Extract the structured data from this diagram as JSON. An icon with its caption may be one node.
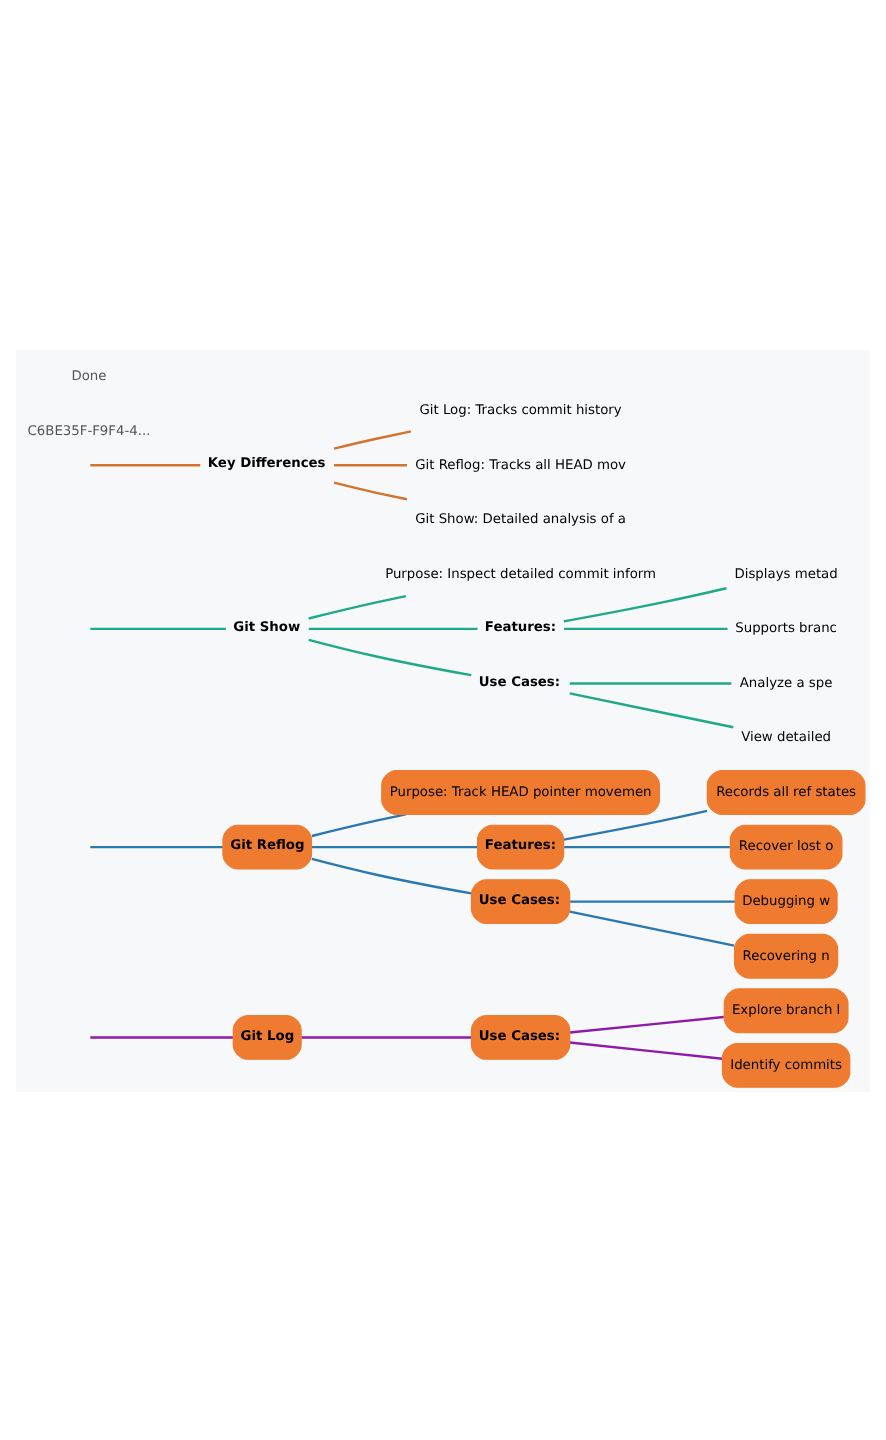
{
  "diagram": {
    "nodes": [
      {
        "text": [
          "Git Log"
        ]
      },
      {
        "text": [
          "Use Cases:"
        ]
      },
      {
        "text": [
          "Explore branch l"
        ]
      },
      {
        "text": [
          "Identify commits"
        ]
      },
      {
        "text": [
          "Git Reflog"
        ]
      },
      {
        "text": [
          "Purpose: Track HEAD pointer movemen"
        ]
      },
      {
        "text": [
          "Features:"
        ]
      },
      {
        "text": [
          "Records all ref states"
        ]
      },
      {
        "text": [
          "Recover lost o"
        ]
      },
      {
        "text": [
          "Use Cases:"
        ]
      },
      {
        "text": [
          "Debugging w"
        ]
      },
      {
        "text": [
          "Recovering n"
        ]
      },
      {
        "text": [
          "Git Show"
        ]
      },
      {
        "text": [
          "Purpose: Inspect detailed commit inform"
        ]
      },
      {
        "text": [
          "Features:"
        ]
      },
      {
        "text": [
          "Displays metad"
        ]
      },
      {
        "text": [
          "Supports branc"
        ]
      },
      {
        "text": [
          "Use Cases:"
        ]
      },
      {
        "text": [
          "Analyze a spe"
        ]
      },
      {
        "text": [
          "View detailed"
        ]
      },
      {
        "text": [
          "Key Differences"
        ]
      },
      {
        "text": [
          "Git Log: Tracks commit history"
        ]
      },
      {
        "text": [
          "Git Reflog: Tracks all HEAD mov"
        ]
      },
      {
        "text": [
          "Git Show: Detailed analysis of a"
        ]
      }
    ],
    "edges": [
      {
        "from": null,
        "to": 0,
        "arrow": "none",
        "color": "#8e1aa8"
      },
      {
        "from": 0,
        "to": 1,
        "arrow": "none",
        "color": "#8e1aa8"
      },
      {
        "from": 1,
        "to": 2,
        "arrow": "none",
        "color": "#8e1aa8"
      },
      {
        "from": 1,
        "to": 3,
        "arrow": "none",
        "color": "#8e1aa8"
      },
      {
        "from": null,
        "to": 4,
        "arrow": "none",
        "color": "#2a78b0"
      },
      {
        "from": 4,
        "to": 5,
        "arrow": "none",
        "color": "#2a78b0"
      },
      {
        "from": 4,
        "to": 6,
        "arrow": "none",
        "color": "#2a78b0"
      },
      {
        "from": 4,
        "to": 9,
        "arrow": "none",
        "color": "#2a78b0"
      },
      {
        "from": 6,
        "to": 7,
        "arrow": "none",
        "color": "#2a78b0"
      },
      {
        "from": 6,
        "to": 8,
        "arrow": "none",
        "color": "#2a78b0"
      },
      {
        "from": 9,
        "to": 10,
        "arrow": "none",
        "color": "#2a78b0"
      },
      {
        "from": 9,
        "to": 11,
        "arrow": "none",
        "color": "#2a78b0"
      },
      {
        "from": null,
        "to": 12,
        "arrow": "none",
        "color": "#20a88a"
      },
      {
        "from": 12,
        "to": 13,
        "arrow": "none",
        "color": "#20a88a"
      },
      {
        "from": 12,
        "to": 14,
        "arrow": "none",
        "color": "#20a88a"
      },
      {
        "from": 12,
        "to": 17,
        "arrow": "none",
        "color": "#20a88a"
      },
      {
        "from": 14,
        "to": 15,
        "arrow": "none",
        "color": "#20a88a"
      },
      {
        "from": 14,
        "to": 16,
        "arrow": "none",
        "color": "#20a88a"
      },
      {
        "from": 17,
        "to": 18,
        "arrow": "none",
        "color": "#20a88a"
      },
      {
        "from": 17,
        "to": 19,
        "arrow": "none",
        "color": "#20a88a"
      },
      {
        "from": null,
        "to": 20,
        "arrow": "none",
        "color": "#d2732e"
      },
      {
        "from": 20,
        "to": 21,
        "arrow": "none",
        "color": "#d2732e"
      },
      {
        "from": 20,
        "to": 22,
        "arrow": "none",
        "color": "#d2732e"
      },
      {
        "from": 20,
        "to": 23,
        "arrow": "none",
        "color": "#d2732e"
      }
    ],
    "labels": [
      "C6BE35F-F9F4-4...",
      "Done"
    ]
  }
}
